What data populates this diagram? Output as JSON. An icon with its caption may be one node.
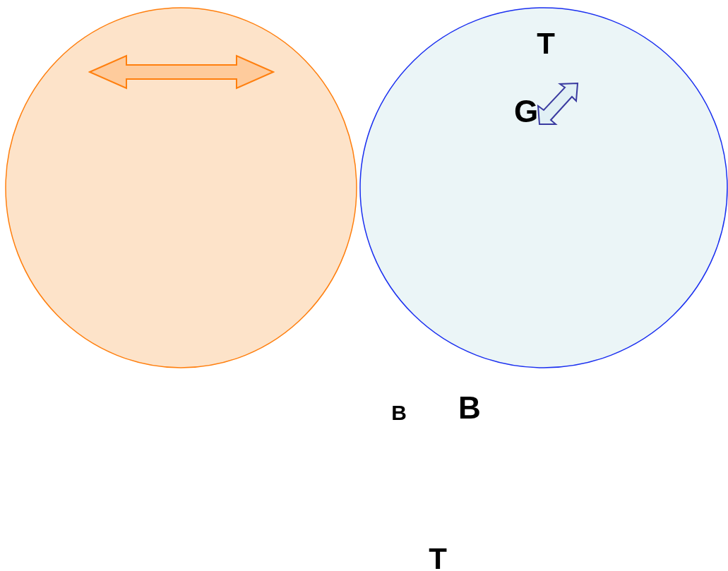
{
  "diagram": {
    "nodes": [
      {
        "text": [],
        "shape": "circle"
      },
      {
        "text": [
          "T",
          "G"
        ]
      }
    ],
    "labels": [
      "B",
      "B",
      "T"
    ]
  }
}
